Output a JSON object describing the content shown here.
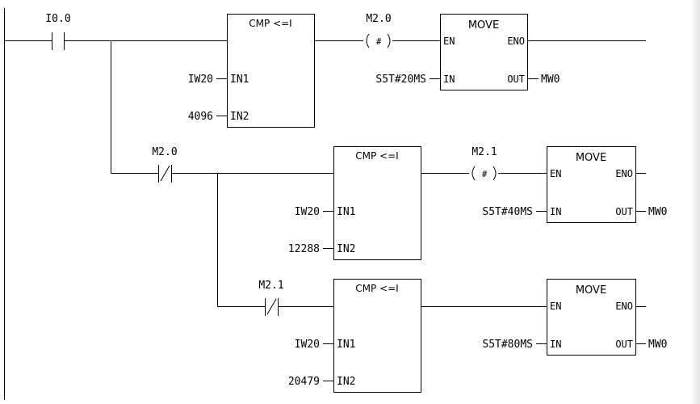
{
  "network1": {
    "contact": "I0.0",
    "compare": {
      "title": "CMP <=I",
      "in1_label": "IN1",
      "in2_label": "IN2",
      "in1_value": "IW20",
      "in2_value": "4096"
    },
    "coil_address": "M2.0",
    "coil_symbol": "#",
    "move": {
      "title": "MOVE",
      "en": "EN",
      "eno": "ENO",
      "in_label": "IN",
      "out_label": "OUT",
      "in_value": "S5T#20MS",
      "out_value": "MW0"
    }
  },
  "network2": {
    "contact": "M2.0",
    "compare": {
      "title": "CMP <=I",
      "in1_label": "IN1",
      "in2_label": "IN2",
      "in1_value": "IW20",
      "in2_value": "12288"
    },
    "coil_address": "M2.1",
    "coil_symbol": "#",
    "move": {
      "title": "MOVE",
      "en": "EN",
      "eno": "ENO",
      "in_label": "IN",
      "out_label": "OUT",
      "in_value": "S5T#40MS",
      "out_value": "MW0"
    }
  },
  "network3": {
    "contact": "M2.1",
    "compare": {
      "title": "CMP <=I",
      "in1_label": "IN1",
      "in2_label": "IN2",
      "in1_value": "IW20",
      "in2_value": "20479"
    },
    "move": {
      "title": "MOVE",
      "en": "EN",
      "eno": "ENO",
      "in_label": "IN",
      "out_label": "OUT",
      "in_value": "S5T#80MS",
      "out_value": "MW0"
    }
  }
}
